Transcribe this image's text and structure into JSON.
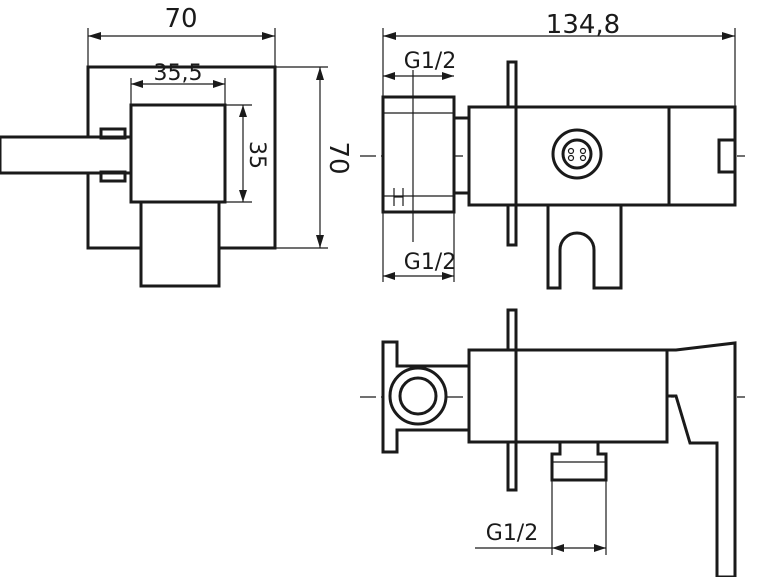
{
  "dimensions": {
    "width_total": "70",
    "length_total": "134,8",
    "inner_width": "35,5",
    "inner_height": "35",
    "height_total": "70",
    "thread_top": "G1/2",
    "thread_middle": "G1/2",
    "thread_bottom": "G1/2"
  }
}
